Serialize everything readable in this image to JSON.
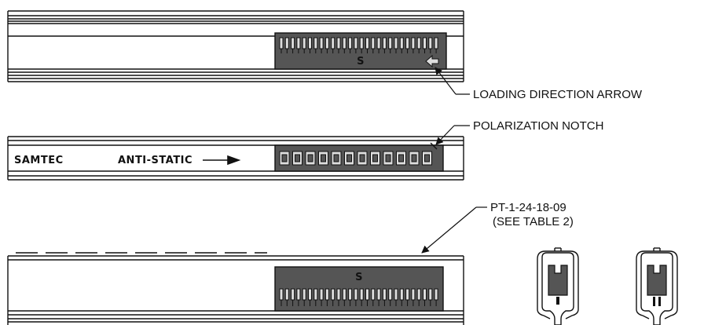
{
  "callouts": {
    "loading_arrow": "LOADING DIRECTION ARROW",
    "polarization_notch": "POLARIZATION NOTCH",
    "part_number": "PT-1-24-18-09",
    "part_note": "(SEE TABLE 2)"
  },
  "tube_marking": {
    "brand": "SAMTEC",
    "antistatic": "ANTI-STATIC"
  },
  "colors": {
    "connector_fill": "#555555",
    "line": "#111111"
  }
}
